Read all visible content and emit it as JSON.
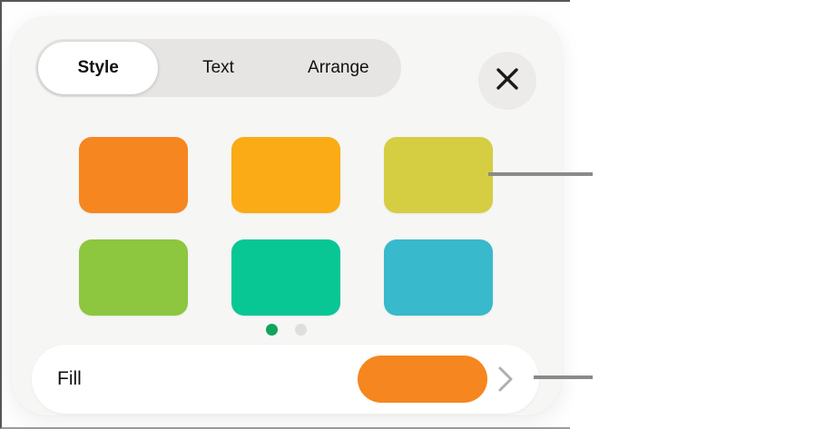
{
  "panel": {
    "tabs": [
      {
        "label": "Style",
        "selected": true
      },
      {
        "label": "Text",
        "selected": false
      },
      {
        "label": "Arrange",
        "selected": false
      }
    ],
    "style_swatches": [
      {
        "name": "orange",
        "color": "#F6861F"
      },
      {
        "name": "amber",
        "color": "#FAAB15"
      },
      {
        "name": "olive",
        "color": "#D5CE42"
      },
      {
        "name": "green",
        "color": "#8DC63F"
      },
      {
        "name": "emerald",
        "color": "#09C695"
      },
      {
        "name": "cyan",
        "color": "#38B9CC"
      }
    ],
    "pager": {
      "dots": [
        {
          "active": true
        },
        {
          "active": false
        }
      ],
      "active_color": "#0EA45B",
      "inactive_color": "#DEDEDE"
    },
    "fill_row": {
      "label": "Fill",
      "swatch_color": "#F6861F"
    }
  },
  "callouts": {
    "color": "#8A8A8A"
  }
}
